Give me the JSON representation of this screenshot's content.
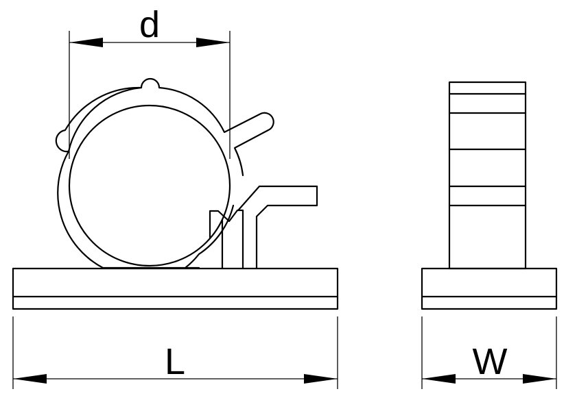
{
  "labels": {
    "diameter": "d",
    "length": "L",
    "width": "W"
  },
  "colors": {
    "line": "#000000",
    "background": "#ffffff"
  }
}
